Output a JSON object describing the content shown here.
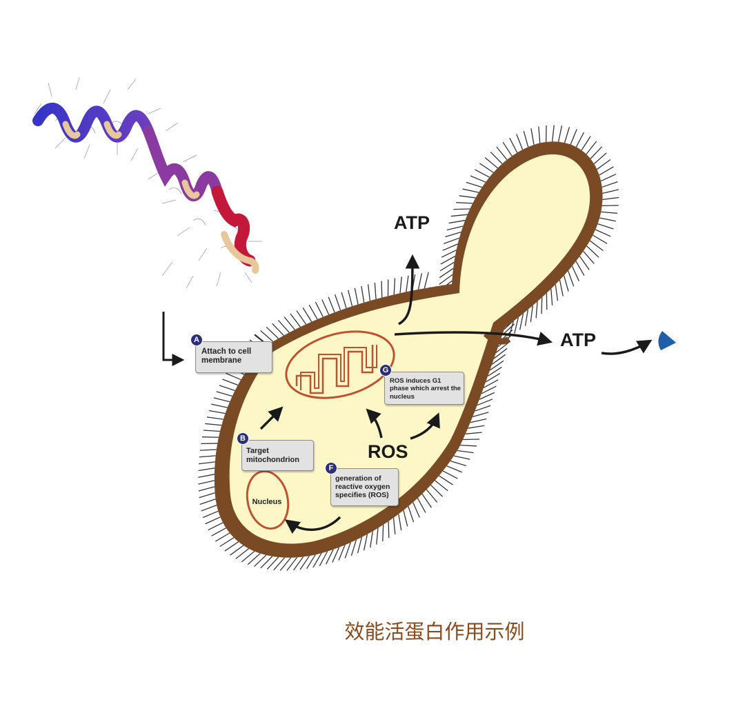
{
  "labels": {
    "atp_top": "ATP",
    "atp_right": "ATP",
    "ros": "ROS",
    "nucleus": "Nucleus"
  },
  "callouts": {
    "a": {
      "badge": "A",
      "text": "Attach to cell membrane"
    },
    "b": {
      "badge": "B",
      "text": "Target mitochondrion"
    },
    "f": {
      "badge": "F",
      "text": "generation of reactive oxygen specifies (ROS)"
    },
    "g": {
      "badge": "G",
      "text": "ROS induces G1 phase which arrest the nucleus"
    }
  },
  "caption": "效能活蛋白作用示例",
  "colors": {
    "cell_wall": "#7a4a24",
    "cytoplasm": "#fdf7c8",
    "organelle_outline": "#c0502e",
    "badge": "#2b2f7a",
    "caption": "#8b4a1c",
    "atp_marker": "#1f5fa8"
  },
  "icons": {
    "peptide": "alpha-helix-peptide",
    "atp_marker": "triangle-marker"
  }
}
